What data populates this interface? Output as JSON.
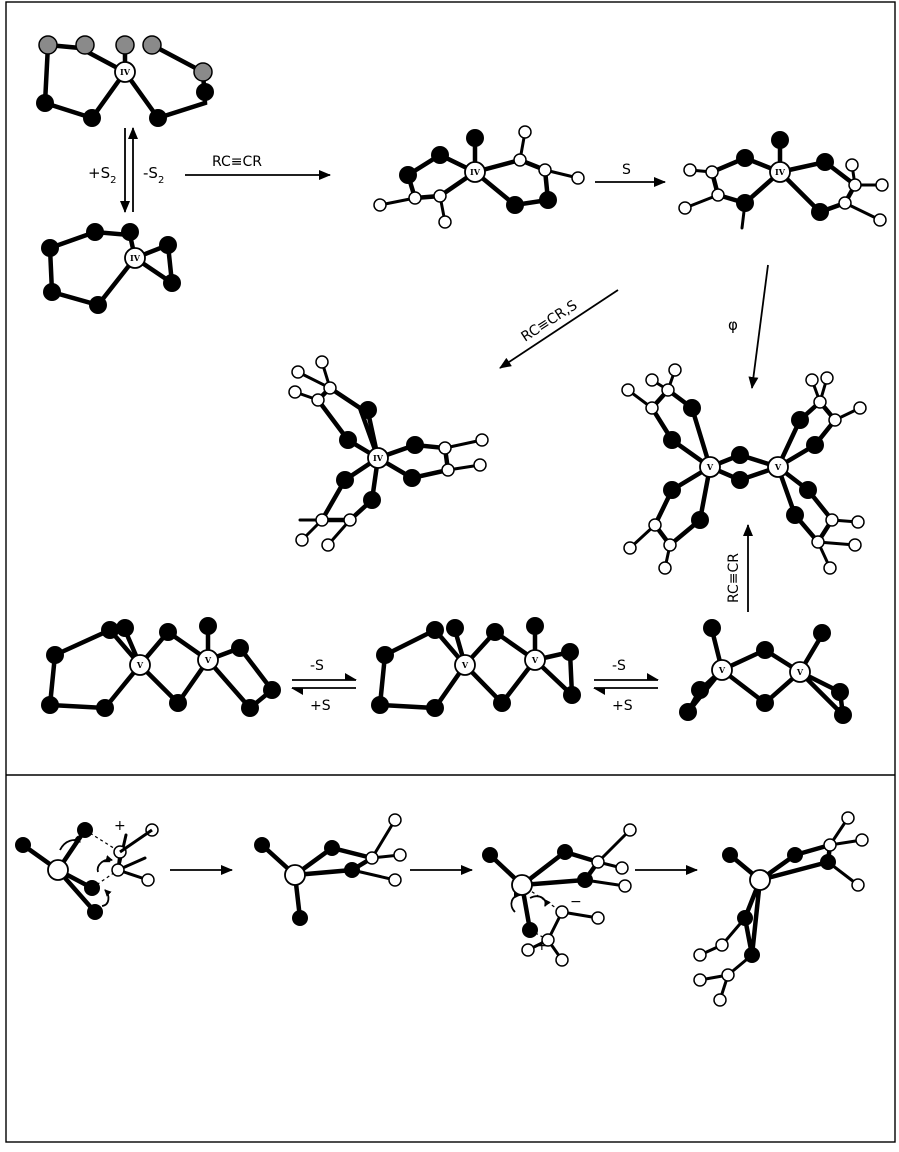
{
  "colors": {
    "sulfur": "#000000",
    "bridging_sulfur": "#8a8a8a",
    "carbon": "#ffffff",
    "metal": "#ffffff",
    "line": "#000000"
  },
  "metal_labels": {
    "iv": "IV",
    "v": "V"
  },
  "reaction_labels": {
    "plus_s2": "+S",
    "minus_s2": "-S",
    "s2_subscript": "2",
    "alkyne": "RC≡CR",
    "sulfur": "S",
    "alkyne_sulfur": "RC≡CR,S",
    "phi": "φ",
    "alkyne_vertical": "RC≡CR",
    "minus_s": "-S",
    "plus_s": "+S"
  },
  "charge_labels": {
    "plus": "+",
    "minus": "−"
  }
}
